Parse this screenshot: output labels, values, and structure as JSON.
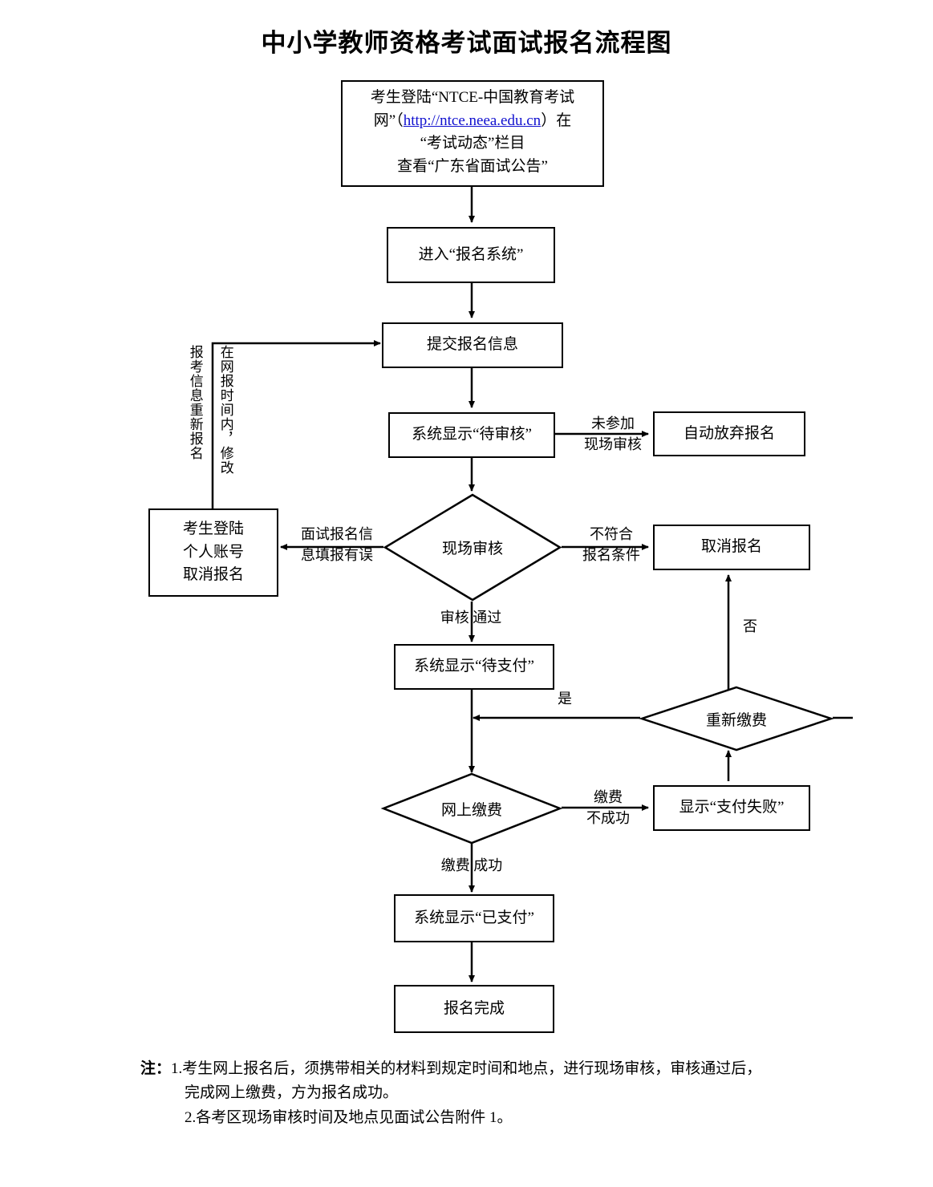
{
  "title": "中小学教师资格考试面试报名流程图",
  "nodes": {
    "login": {
      "line1": "考生登陆“NTCE-中国教育考试",
      "line2_pre": "网”（",
      "link": "http://ntce.neea.edu.cn",
      "line2_post": "）在",
      "line3": "“考试动态”栏目",
      "line4": "查看“广东省面试公告”"
    },
    "enter_system": "进入“报名系统”",
    "submit_info": "提交报名信息",
    "pending_review": "系统显示“待审核”",
    "auto_give_up": "自动放弃报名",
    "onsite_review": "现场审核",
    "cancel_registration": "取消报名",
    "candidate_cancel": {
      "line1": "考生登陆",
      "line2": "个人账号",
      "line3": "取消报名"
    },
    "pending_payment": "系统显示“待支付”",
    "repay": "重新缴费",
    "online_payment": "网上缴费",
    "pay_failed": "显示“支付失败”",
    "paid": "系统显示“已支付”",
    "done": "报名完成"
  },
  "edge_labels": {
    "not_attend_onsite": "未参加\n现场审核",
    "not_meet_condition": "不符合\n报名条件",
    "info_wrong": "面试报名信\n息填报有误",
    "review_passed": "审核  通过",
    "repay_yes": "是",
    "repay_no": "否",
    "pay_failed_label": "缴费\n不成功",
    "pay_success_label": "缴费  成功",
    "vertical_left_1": "报考信息重新报名",
    "vertical_left_2": "在网报时间内，修改"
  },
  "notes": {
    "label": "注：",
    "note1_line1": "1.考生网上报名后，须携带相关的材料到规定时间和地点，进行现场审核，审核通过后，",
    "note1_line2": "完成网上缴费，方为报名成功。",
    "note2": "2.各考区现场审核时间及地点见面试公告附件 1。"
  },
  "colors": {
    "stroke": "#000000",
    "background": "#ffffff",
    "link": "#1010cf"
  }
}
